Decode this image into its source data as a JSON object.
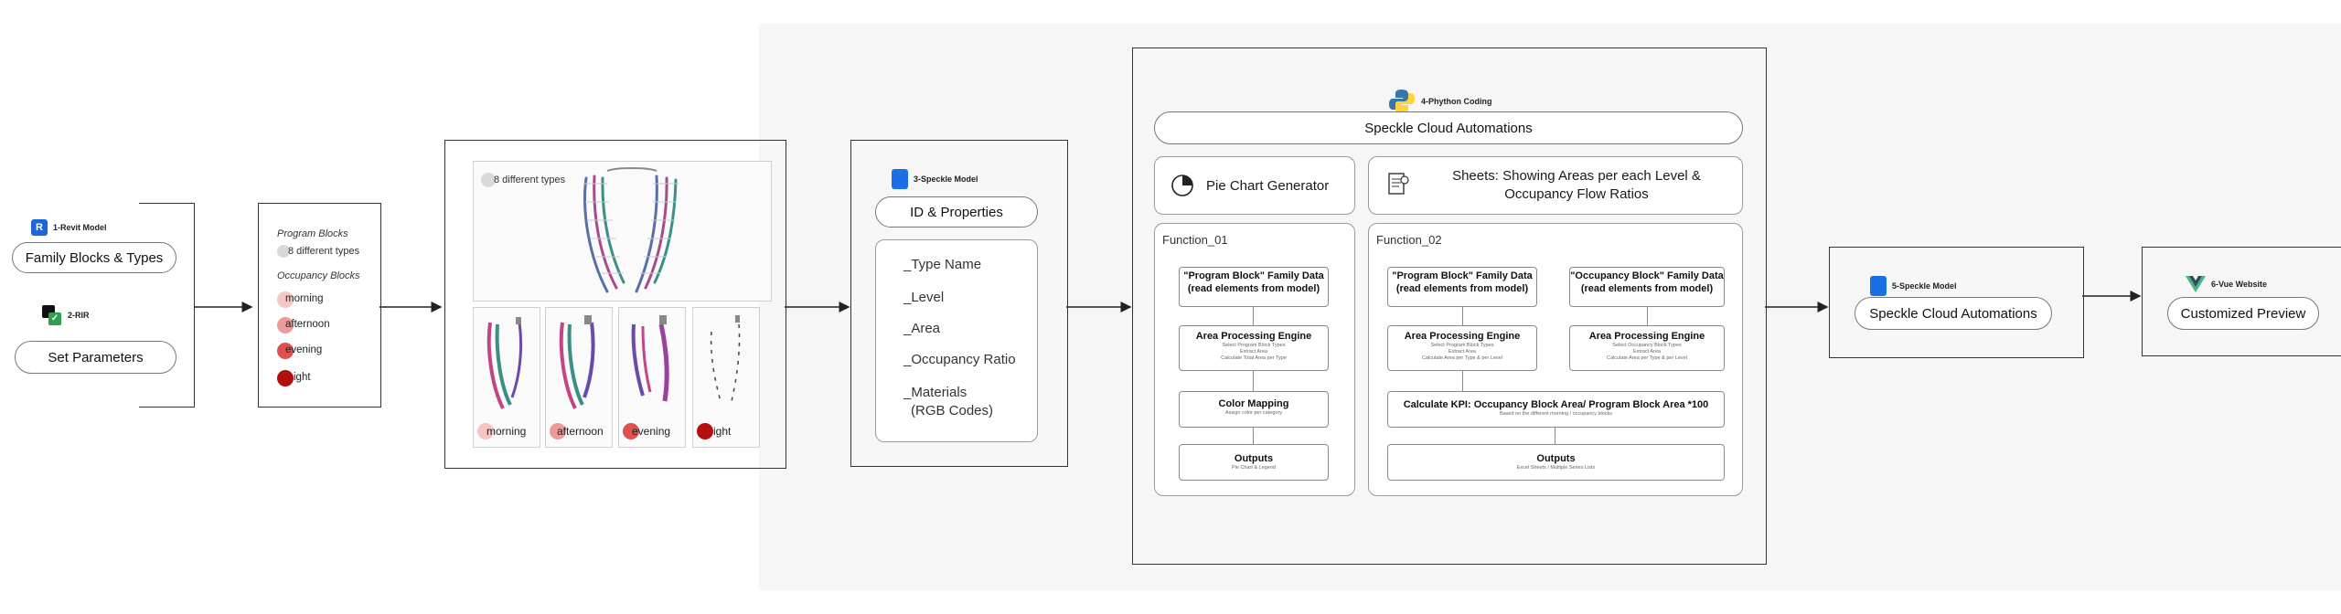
{
  "stage1": {
    "revit_label": "1-Revit Model",
    "revit_icon_glyph": "R",
    "family_blocks": "Family Blocks & Types",
    "rir_label": "2-RIR",
    "set_parameters": "Set Parameters"
  },
  "stage2": {
    "program_blocks": "Program Blocks",
    "program_types": "8 different types",
    "occupancy_blocks": "Occupancy Blocks",
    "occupancy_states": [
      "morning",
      "afternoon",
      "evening",
      "night"
    ],
    "occupancy_labels_shown": [
      "morning",
      "afternoon",
      "evening",
      "ight"
    ]
  },
  "stage3": {
    "types_badge": "8 different types",
    "thumb_labels": [
      "morning",
      "afternoon",
      "evening",
      "ight"
    ]
  },
  "stage4": {
    "speckle_label": "3-Speckle Model",
    "id_properties": "ID & Properties",
    "fields": [
      "_Type Name",
      "_Level",
      "_Area",
      "_Occupancy Ratio",
      "_Materials"
    ],
    "materials_sub": "(RGB Codes)"
  },
  "stage5": {
    "python_label": "4-Phython Coding",
    "automations_title": "Speckle Cloud Automations",
    "pie_chart_generator": "Pie Chart Generator",
    "sheets_line1": "Sheets: Showing Areas per each Level &",
    "sheets_line2": "Occupancy Flow Ratios",
    "function_01": {
      "title": "Function_01",
      "data_box_line1": "\"Program Block\" Family Data",
      "data_box_line2": "(read elements from model)",
      "engine_title": "Area Processing Engine",
      "engine_sub": [
        "Select Program Block Types",
        "Extract Area",
        "Calculate Total Area per Type"
      ],
      "color_title": "Color Mapping",
      "color_sub": "Assign color per category",
      "outputs_title": "Outputs",
      "outputs_sub": "Pie Chart & Legend"
    },
    "function_02": {
      "title": "Function_02",
      "program_line1": "\"Program Block\" Family Data",
      "program_line2": "(read elements from model)",
      "occupancy_line1": "\"Occupancy Block\" Family Data",
      "occupancy_line2": "(read elements from model)",
      "engine_title": "Area Processing Engine",
      "engine_sub_program": [
        "Select Program Block Types",
        "Extract Area",
        "Calculate Area per Type & per Level"
      ],
      "engine_sub_occupancy": [
        "Select Occupancy Block Types",
        "Extract Area",
        "Calculate Area per Type & per Level"
      ],
      "kpi_title": "Calculate KPI: Occupancy Block Area/ Program Block Area *100",
      "kpi_sub": "Based on the different morning / occupancy blocks",
      "outputs_title": "Outputs",
      "outputs_sub": "Excel Sheets / Multiple Series Lists"
    }
  },
  "stage6": {
    "speckle_label": "5-Speckle Model",
    "automations": "Speckle Cloud Automations"
  },
  "stage7": {
    "vue_label": "6-Vue Website",
    "preview": "Customized Preview"
  },
  "colors": {
    "revit_blue": "#1e66d1",
    "speckle_blue": "#1b6fe4",
    "rir_green": "#2e9e4f",
    "vue_green": "#41b883",
    "vue_navy": "#35495e",
    "python_blue": "#3776ab",
    "python_yellow": "#ffd43b",
    "occupancy_morning": "#f4c7c7",
    "occupancy_afternoon": "#ec9a9a",
    "occupancy_evening": "#de5151",
    "occupancy_night": "#b20f0f"
  }
}
